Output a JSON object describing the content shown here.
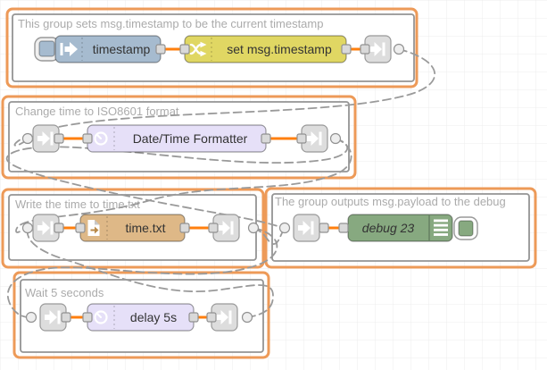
{
  "editor": {
    "kind": "node-red-flow-canvas",
    "grid_size": 20
  },
  "colors": {
    "group_border_orange": "#ED9A58",
    "group_border_gray": "#949494",
    "group_title_gray": "#ABABAB",
    "canvas_grid": "#ECECEC",
    "wire_orange": "#FF7F0E",
    "link_wire_gray": "#9A9A9A",
    "port_gray": "#D9D9D9",
    "inject_node": "#A6BBCF",
    "change_node": "#E0D763",
    "formatter_node": "#E6E0F8",
    "file_node": "#DEB887",
    "debug_node": "#87A980",
    "delay_node": "#E6E0F8",
    "link_node": "#DDDDDD"
  },
  "groups": {
    "g1": {
      "title": "This group sets msg.timestamp to be the current timestamp"
    },
    "g2": {
      "title": "Change time to ISO8601 format"
    },
    "g3": {
      "title": "Write the time to time.txt"
    },
    "g4": {
      "title": "The group outputs msg.payload to the debug"
    },
    "g5": {
      "title": "Wait 5 seconds"
    }
  },
  "nodes": {
    "inject": {
      "label": "timestamp",
      "type": "inject",
      "color": "#A6BBCF",
      "icon": "inject-arrow-icon"
    },
    "change": {
      "label": "set msg.timestamp",
      "type": "change",
      "color": "#E0D763",
      "icon": "shuffle-icon"
    },
    "formatter": {
      "label": "Date/Time Formatter",
      "type": "moment",
      "color": "#E6E0F8",
      "icon": "timer-icon"
    },
    "file": {
      "label": "time.txt",
      "type": "file",
      "color": "#DEB887",
      "icon": "file-icon"
    },
    "debug": {
      "label": "debug 23",
      "type": "debug",
      "color": "#87A980",
      "icon": "debug-list-icon"
    },
    "delay": {
      "label": "delay 5s",
      "type": "delay",
      "color": "#E6E0F8",
      "icon": "timer-icon"
    }
  },
  "link_connections": [
    {
      "from": "group1-link-out",
      "to": "group2-link-in"
    },
    {
      "from": "group2-link-out",
      "to": "group3-link-in"
    },
    {
      "from": "group2-link-out",
      "to": "group4-link-in"
    },
    {
      "from": "group3-link-out",
      "to": "group5-link-in"
    },
    {
      "from": "group3-link-out",
      "to": "group4-link-in"
    },
    {
      "from": "group5-link-out",
      "to": "group3-link-in"
    }
  ]
}
